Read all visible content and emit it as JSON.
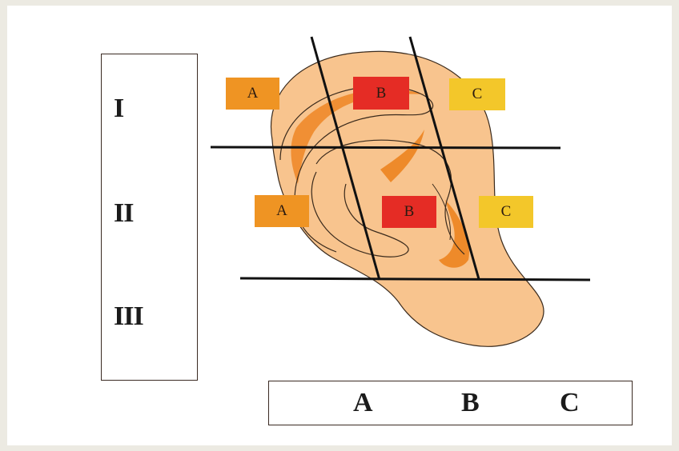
{
  "rows": {
    "labels": [
      "I",
      "II",
      "III"
    ]
  },
  "columns": {
    "labels": [
      "A",
      "B",
      "C"
    ]
  },
  "zones": {
    "row1": [
      {
        "label": "A",
        "color": "#ef9423"
      },
      {
        "label": "B",
        "color": "#e52c25"
      },
      {
        "label": "C",
        "color": "#f3c72a"
      }
    ],
    "row2": [
      {
        "label": "A",
        "color": "#ef9423"
      },
      {
        "label": "B",
        "color": "#e52c25"
      },
      {
        "label": "C",
        "color": "#f3c72a"
      }
    ]
  },
  "colors": {
    "ear_skin": "#f8c48e",
    "ear_fold": "#ee8a2a",
    "line": "#111111"
  }
}
